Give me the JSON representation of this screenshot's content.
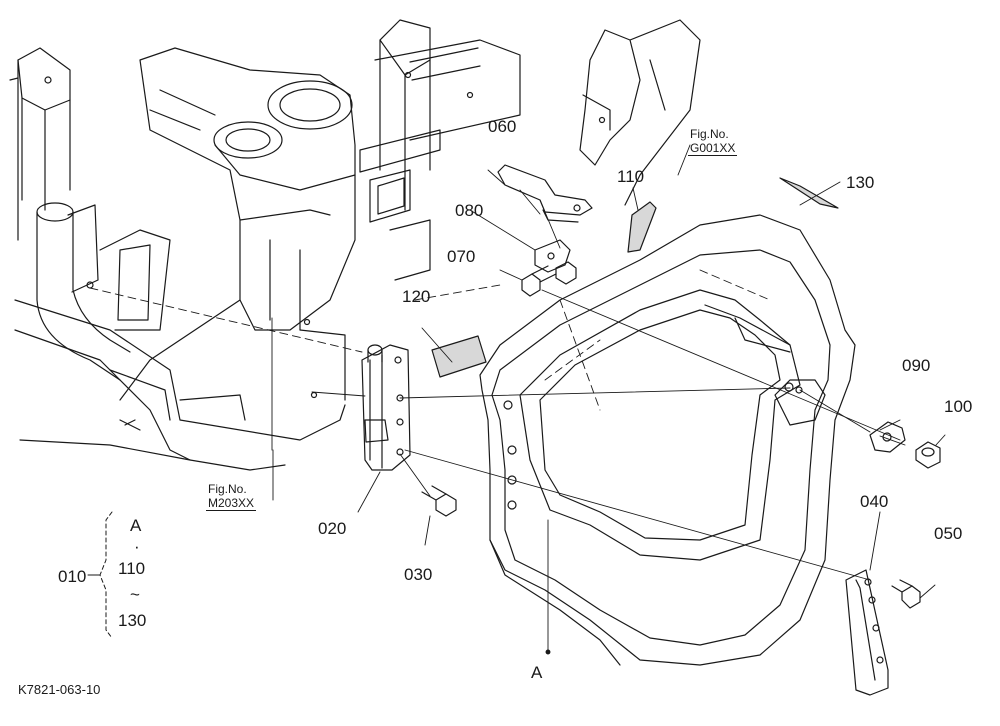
{
  "callouts": {
    "c010": "010",
    "c020": "020",
    "c030": "030",
    "c040": "040",
    "c050": "050",
    "c060": "060",
    "c070": "070",
    "c080": "080",
    "c090": "090",
    "c100": "100",
    "c110": "110",
    "c120": "120",
    "c130": "130",
    "view_a": "A"
  },
  "refs": {
    "ref_g": {
      "label": "Fig.No.",
      "code": "G001XX"
    },
    "ref_m": {
      "label": "Fig.No.",
      "code": "M203XX"
    }
  },
  "legend": {
    "item_a": "A",
    "dot": "·",
    "item_110": "110",
    "tilde": "~",
    "item_130": "130"
  },
  "drawing_code": "K7821-063-10",
  "colors": {
    "ink": "#1a1a1a",
    "paper": "#ffffff"
  }
}
